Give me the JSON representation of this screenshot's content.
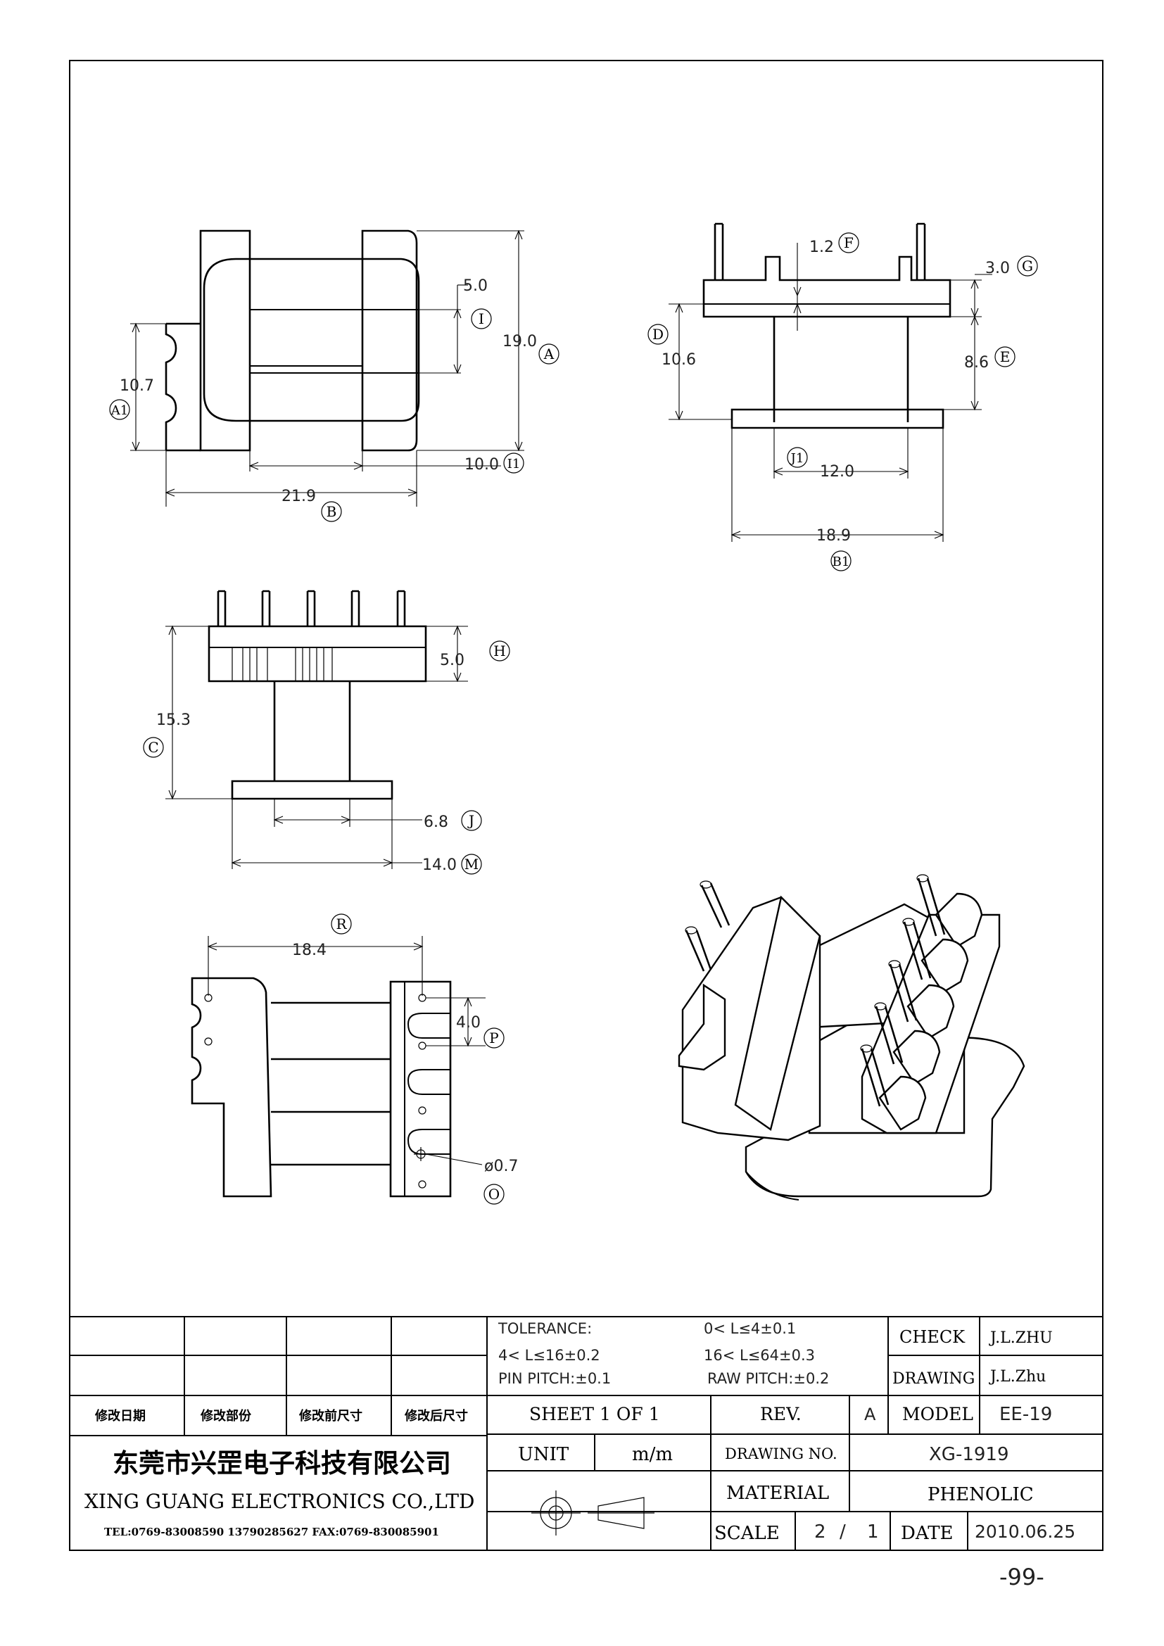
{
  "labels": {
    "A": "A",
    "A1": "A1",
    "B": "B",
    "B1": "B1",
    "C": "C",
    "D": "D",
    "E": "E",
    "F": "F",
    "G": "G",
    "H": "H",
    "I": "I",
    "I1": "I1",
    "J": "J",
    "J1": "J1",
    "M": "M",
    "O": "O",
    "P": "P",
    "R": "R"
  },
  "dims": {
    "A": "19.0",
    "A1": "10.7",
    "B": "21.9",
    "I": "5.0",
    "I1": "10.0",
    "F": "1.2",
    "G": "3.0",
    "D": "10.6",
    "E": "8.6",
    "J1": "12.0",
    "B1": "18.9",
    "H": "5.0",
    "C": "15.3",
    "J": "6.8",
    "M": "14.0",
    "R": "18.4",
    "P": "4.0",
    "O": "ø0.7"
  },
  "title_block": {
    "tolerance_label": "TOLERANCE:",
    "tol1": "0< L≤4±0.1",
    "tol2": "4< L≤16±0.2",
    "tol3": "16< L≤64±0.3",
    "pin_pitch": "PIN PITCH:±0.1",
    "raw_pitch": "RAW PITCH:±0.2",
    "check_label": "CHECK",
    "check_value": "J.L.ZHU",
    "drawing_label": "DRAWING",
    "drawing_value": "J.L.Zhu",
    "rev_headers": [
      "修改日期",
      "修改部份",
      "修改前尺寸",
      "修改后尺寸"
    ],
    "sheet": "SHEET 1 OF 1",
    "rev_label": "REV.",
    "rev_value": "A",
    "model_label": "MODEL",
    "model_value": "EE-19",
    "company_cn": "东莞市兴罡电子科技有限公司",
    "company_en": "XING GUANG  ELECTRONICS CO.,LTD",
    "contact": "TEL:0769-83008590 13790285627 FAX:0769-830085901",
    "unit_label": "UNIT",
    "unit_value": "m/m",
    "drawing_no_label": "DRAWING  NO.",
    "drawing_no_value": "XG-1919",
    "material_label": "MATERIAL",
    "material_value": "PHENOLIC",
    "scale_label": "SCALE",
    "scale_num": "2",
    "scale_sep": "/",
    "scale_den": "1",
    "date_label": "DATE",
    "date_value": "2010.06.25"
  },
  "page_number": "-99-"
}
